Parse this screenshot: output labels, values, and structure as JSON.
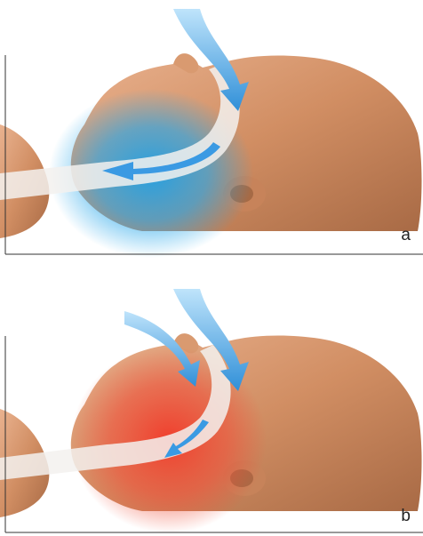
{
  "panels": [
    {
      "label": "a",
      "state": "open airway",
      "highlight_color": "#1ea0e6",
      "airflow_color": "#4aa8e8"
    },
    {
      "label": "b",
      "state": "obstructed airway",
      "highlight_color": "#f23a2a",
      "airflow_color": "#4aa8e8"
    }
  ]
}
